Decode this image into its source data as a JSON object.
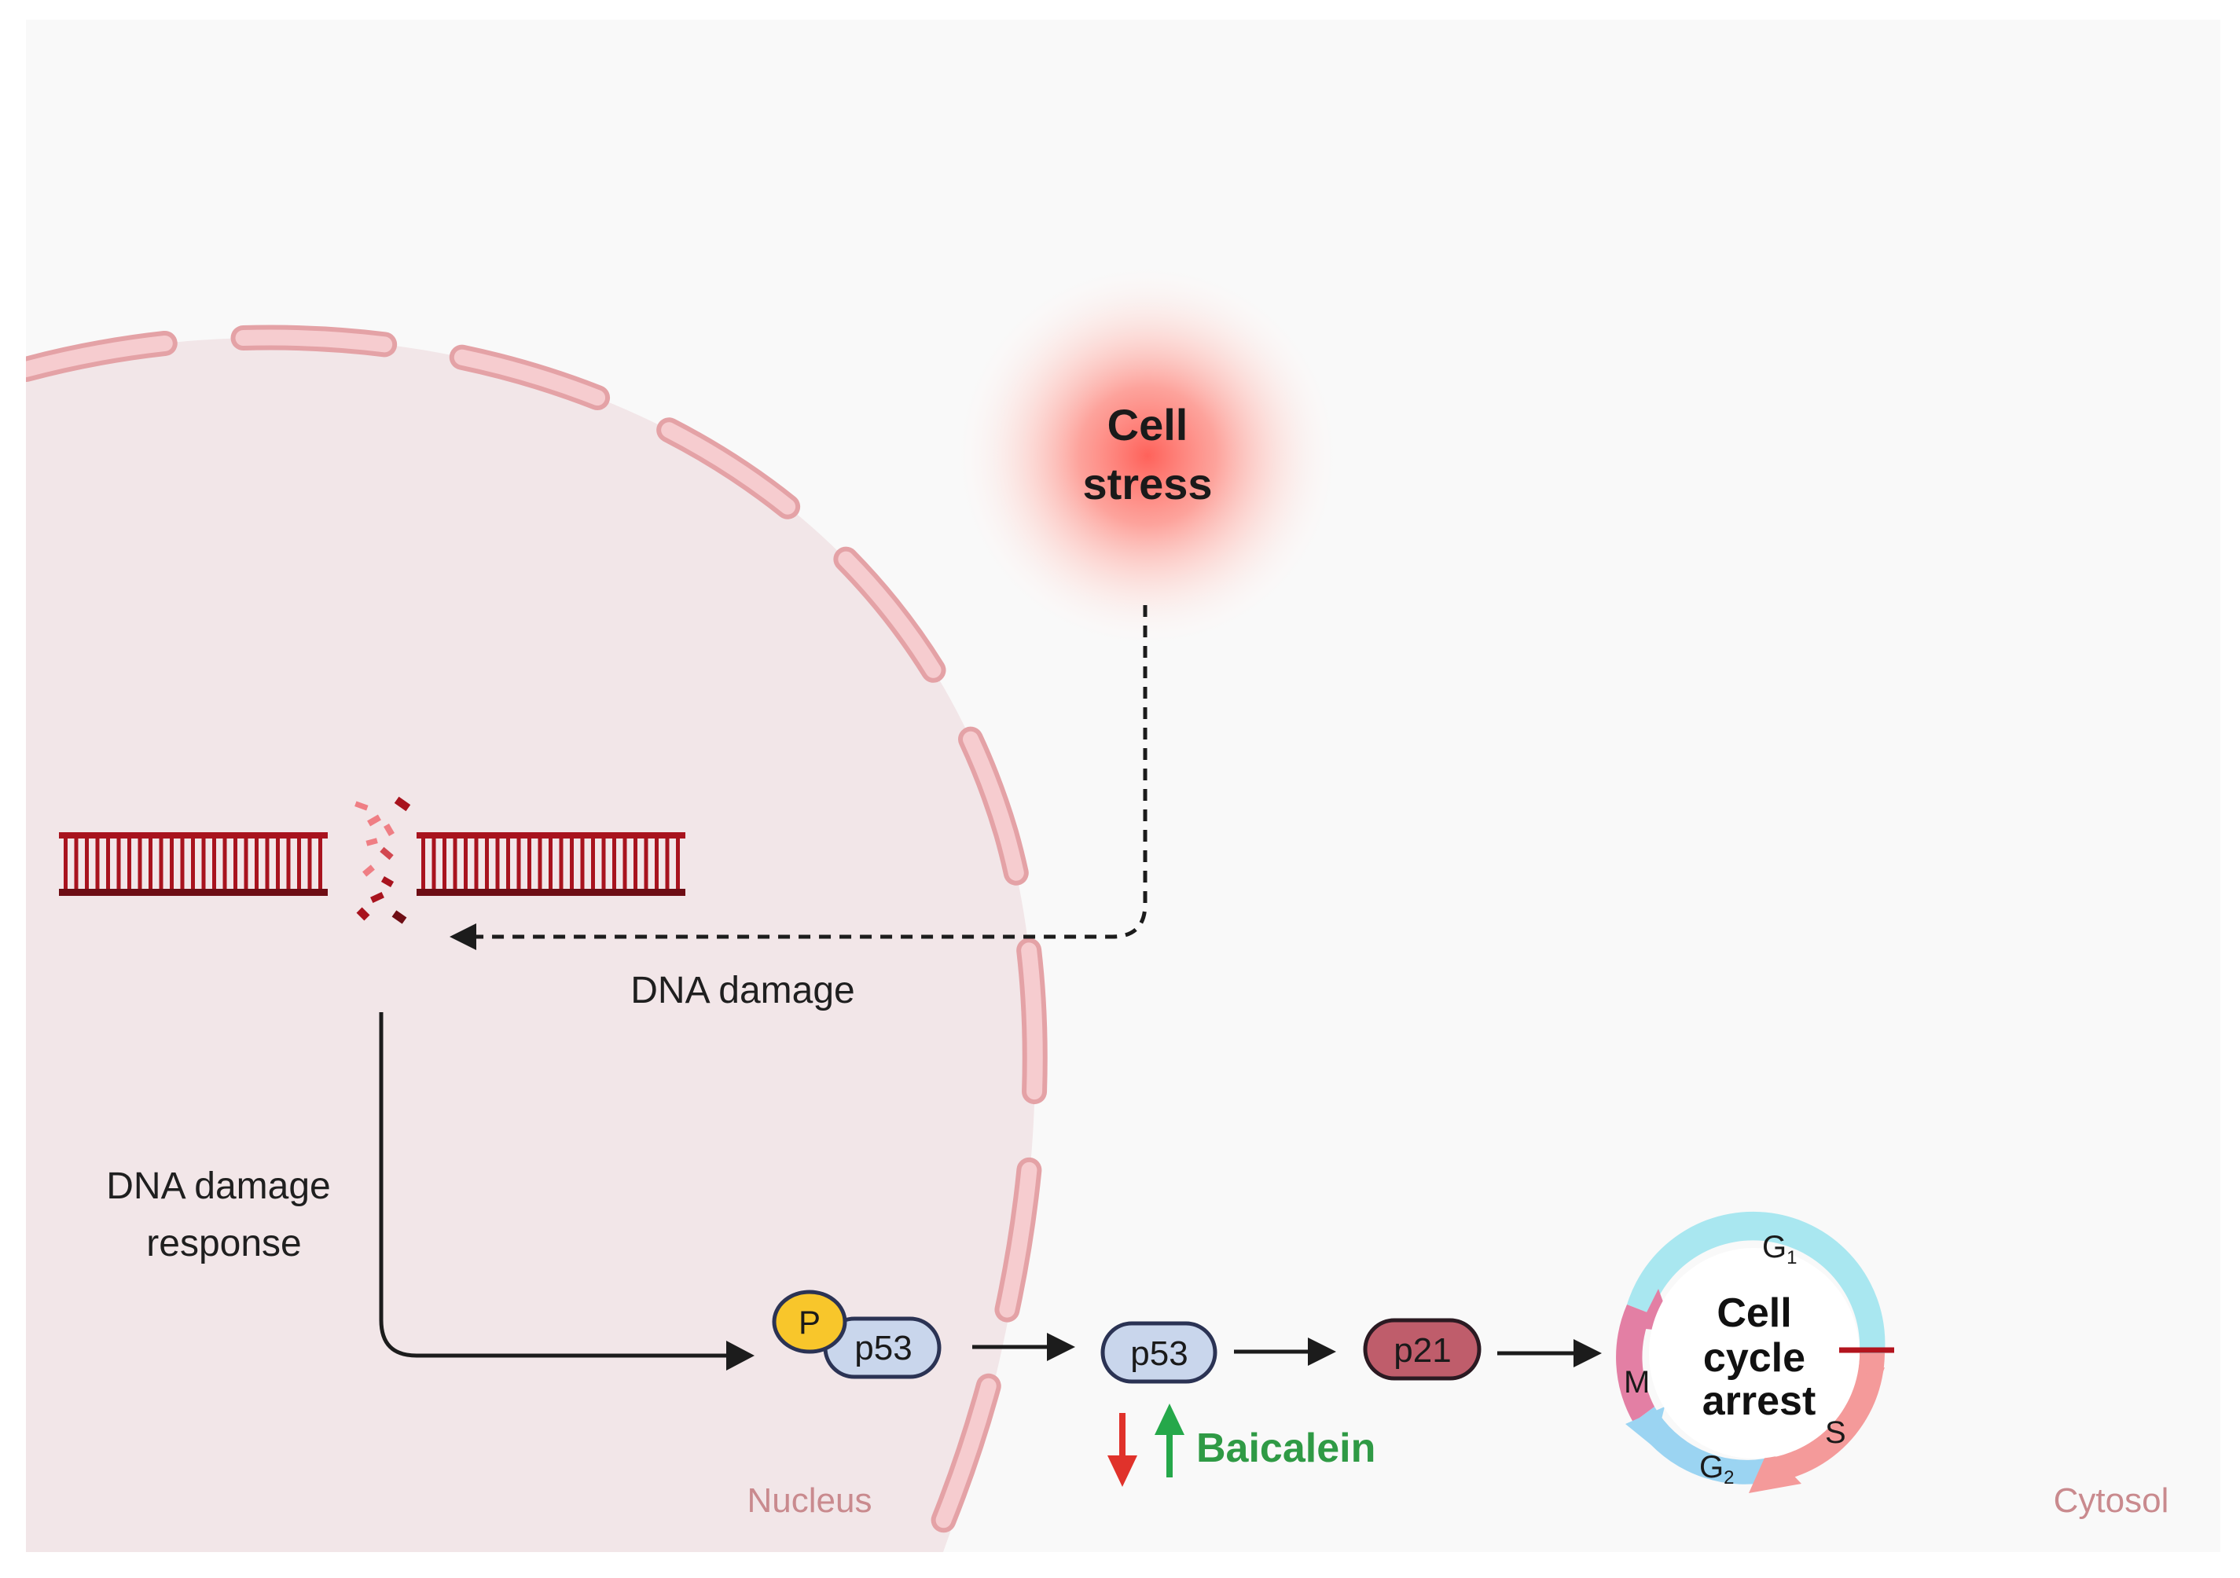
{
  "labels": {
    "cell_stress_line1": "Cell",
    "cell_stress_line2": "stress",
    "dna_damage": "DNA damage",
    "dna_damage_response_line1": "DNA damage",
    "dna_damage_response_line2": "response",
    "phospho": "P",
    "p53_phosphorylated": "p53",
    "p53": "p53",
    "p21": "p21",
    "baicalein": "Baicalein",
    "cell_cycle_line1": "Cell",
    "cell_cycle_line2": "cycle",
    "cell_cycle_line3": "arrest",
    "phase_g1": "G",
    "phase_g1_sub": "1",
    "phase_s": "S",
    "phase_g2": "G",
    "phase_g2_sub": "2",
    "phase_m": "M",
    "nucleus": "Nucleus",
    "cytosol": "Cytosol"
  },
  "colors": {
    "background": "#f9f9f9",
    "nucleus_fill": "#f2e6e8",
    "nucleus_membrane": "#f6cccf",
    "nucleus_membrane_stroke": "#e4a2a6",
    "dna": "#a8131e",
    "dna_fragment_light": "#ef7e84",
    "stress_glow": "#ff6a60",
    "protein_p53": "#c9d6ec",
    "protein_stroke": "#2b3354",
    "phospho": "#f8c62b",
    "p21": "#bf5d6b",
    "arrow": "#1c1c1c",
    "down_arrow": "#e0322b",
    "up_arrow": "#25a84a",
    "baicalein_text": "#2f9a45",
    "region_label": "#c98a8e",
    "cycle_cyan": "#a9e7f0",
    "cycle_pink": "#e37fa4",
    "cycle_salmon": "#f49a9a",
    "cycle_blue": "#9bd4f2"
  }
}
